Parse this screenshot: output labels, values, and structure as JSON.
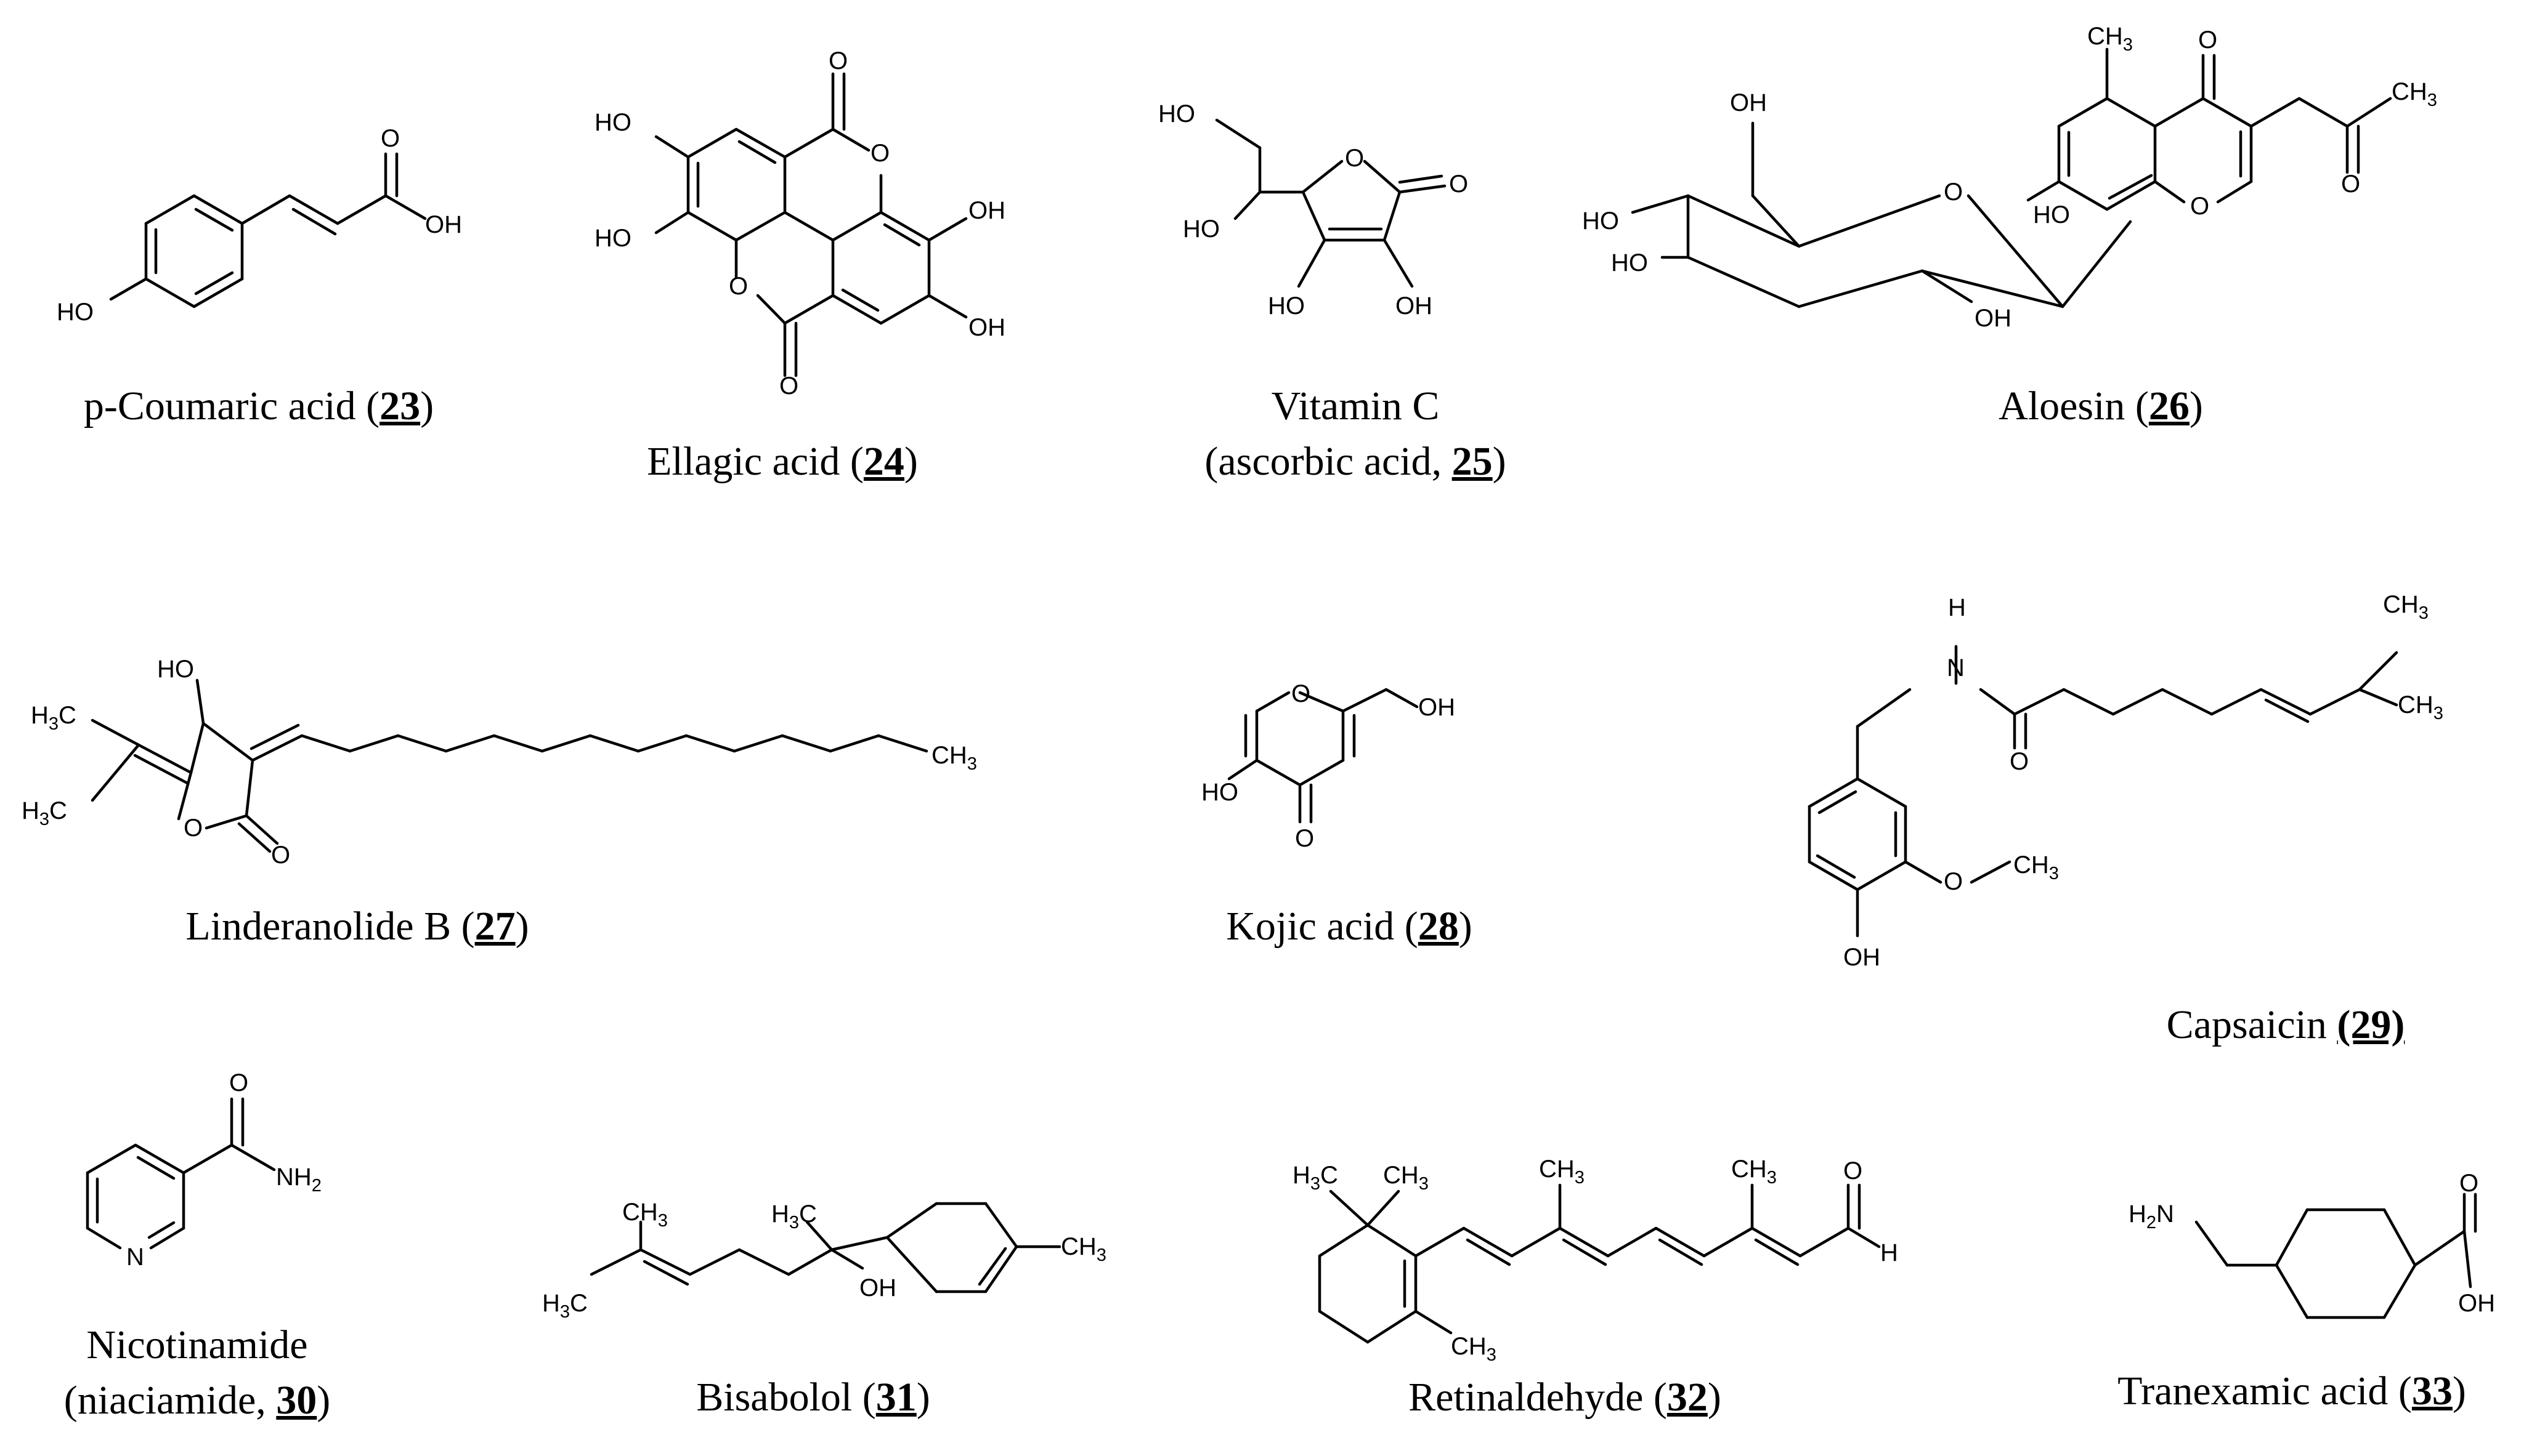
{
  "compounds": [
    {
      "id": "c23",
      "line1": "p-Coumaric acid (",
      "number": "23",
      "line1_end": ")"
    },
    {
      "id": "c24",
      "line1": "Ellagic acid (",
      "number": "24",
      "line1_end": ")"
    },
    {
      "id": "c25",
      "line1": "Vitamin C",
      "line2": "(ascorbic acid, ",
      "number": "25",
      "line2_end": ")"
    },
    {
      "id": "c26",
      "line1": "Aloesin (",
      "number": "26",
      "line1_end": ")"
    },
    {
      "id": "c27",
      "line1": "Linderanolide B (",
      "number": "27",
      "line1_end": ")"
    },
    {
      "id": "c28",
      "line1": "Kojic acid (",
      "number": "28",
      "line1_end": ")"
    },
    {
      "id": "c29",
      "line1": "Capsaicin ",
      "number": "(29)",
      "line1_end": ""
    },
    {
      "id": "c30",
      "line1": "Nicotinamide",
      "line2": "(niaciamide, ",
      "number": "30",
      "line2_end": ")"
    },
    {
      "id": "c31",
      "line1": "Bisabolol (",
      "number": "31",
      "line1_end": ")"
    },
    {
      "id": "c32",
      "line1": "Retinaldehyde (",
      "number": "32",
      "line1_end": ")"
    },
    {
      "id": "c33",
      "line1": "Tranexamic acid (",
      "number": "33",
      "line1_end": ")"
    }
  ],
  "atoms": {
    "O": "O",
    "OH": "OH",
    "HO": "HO",
    "H": "H",
    "N": "N",
    "NH": "NH",
    "H2N": "H2N",
    "C": "C",
    "CH": "CH",
    "H3C": "H3C",
    "sub2": "2",
    "sub3": "3"
  }
}
